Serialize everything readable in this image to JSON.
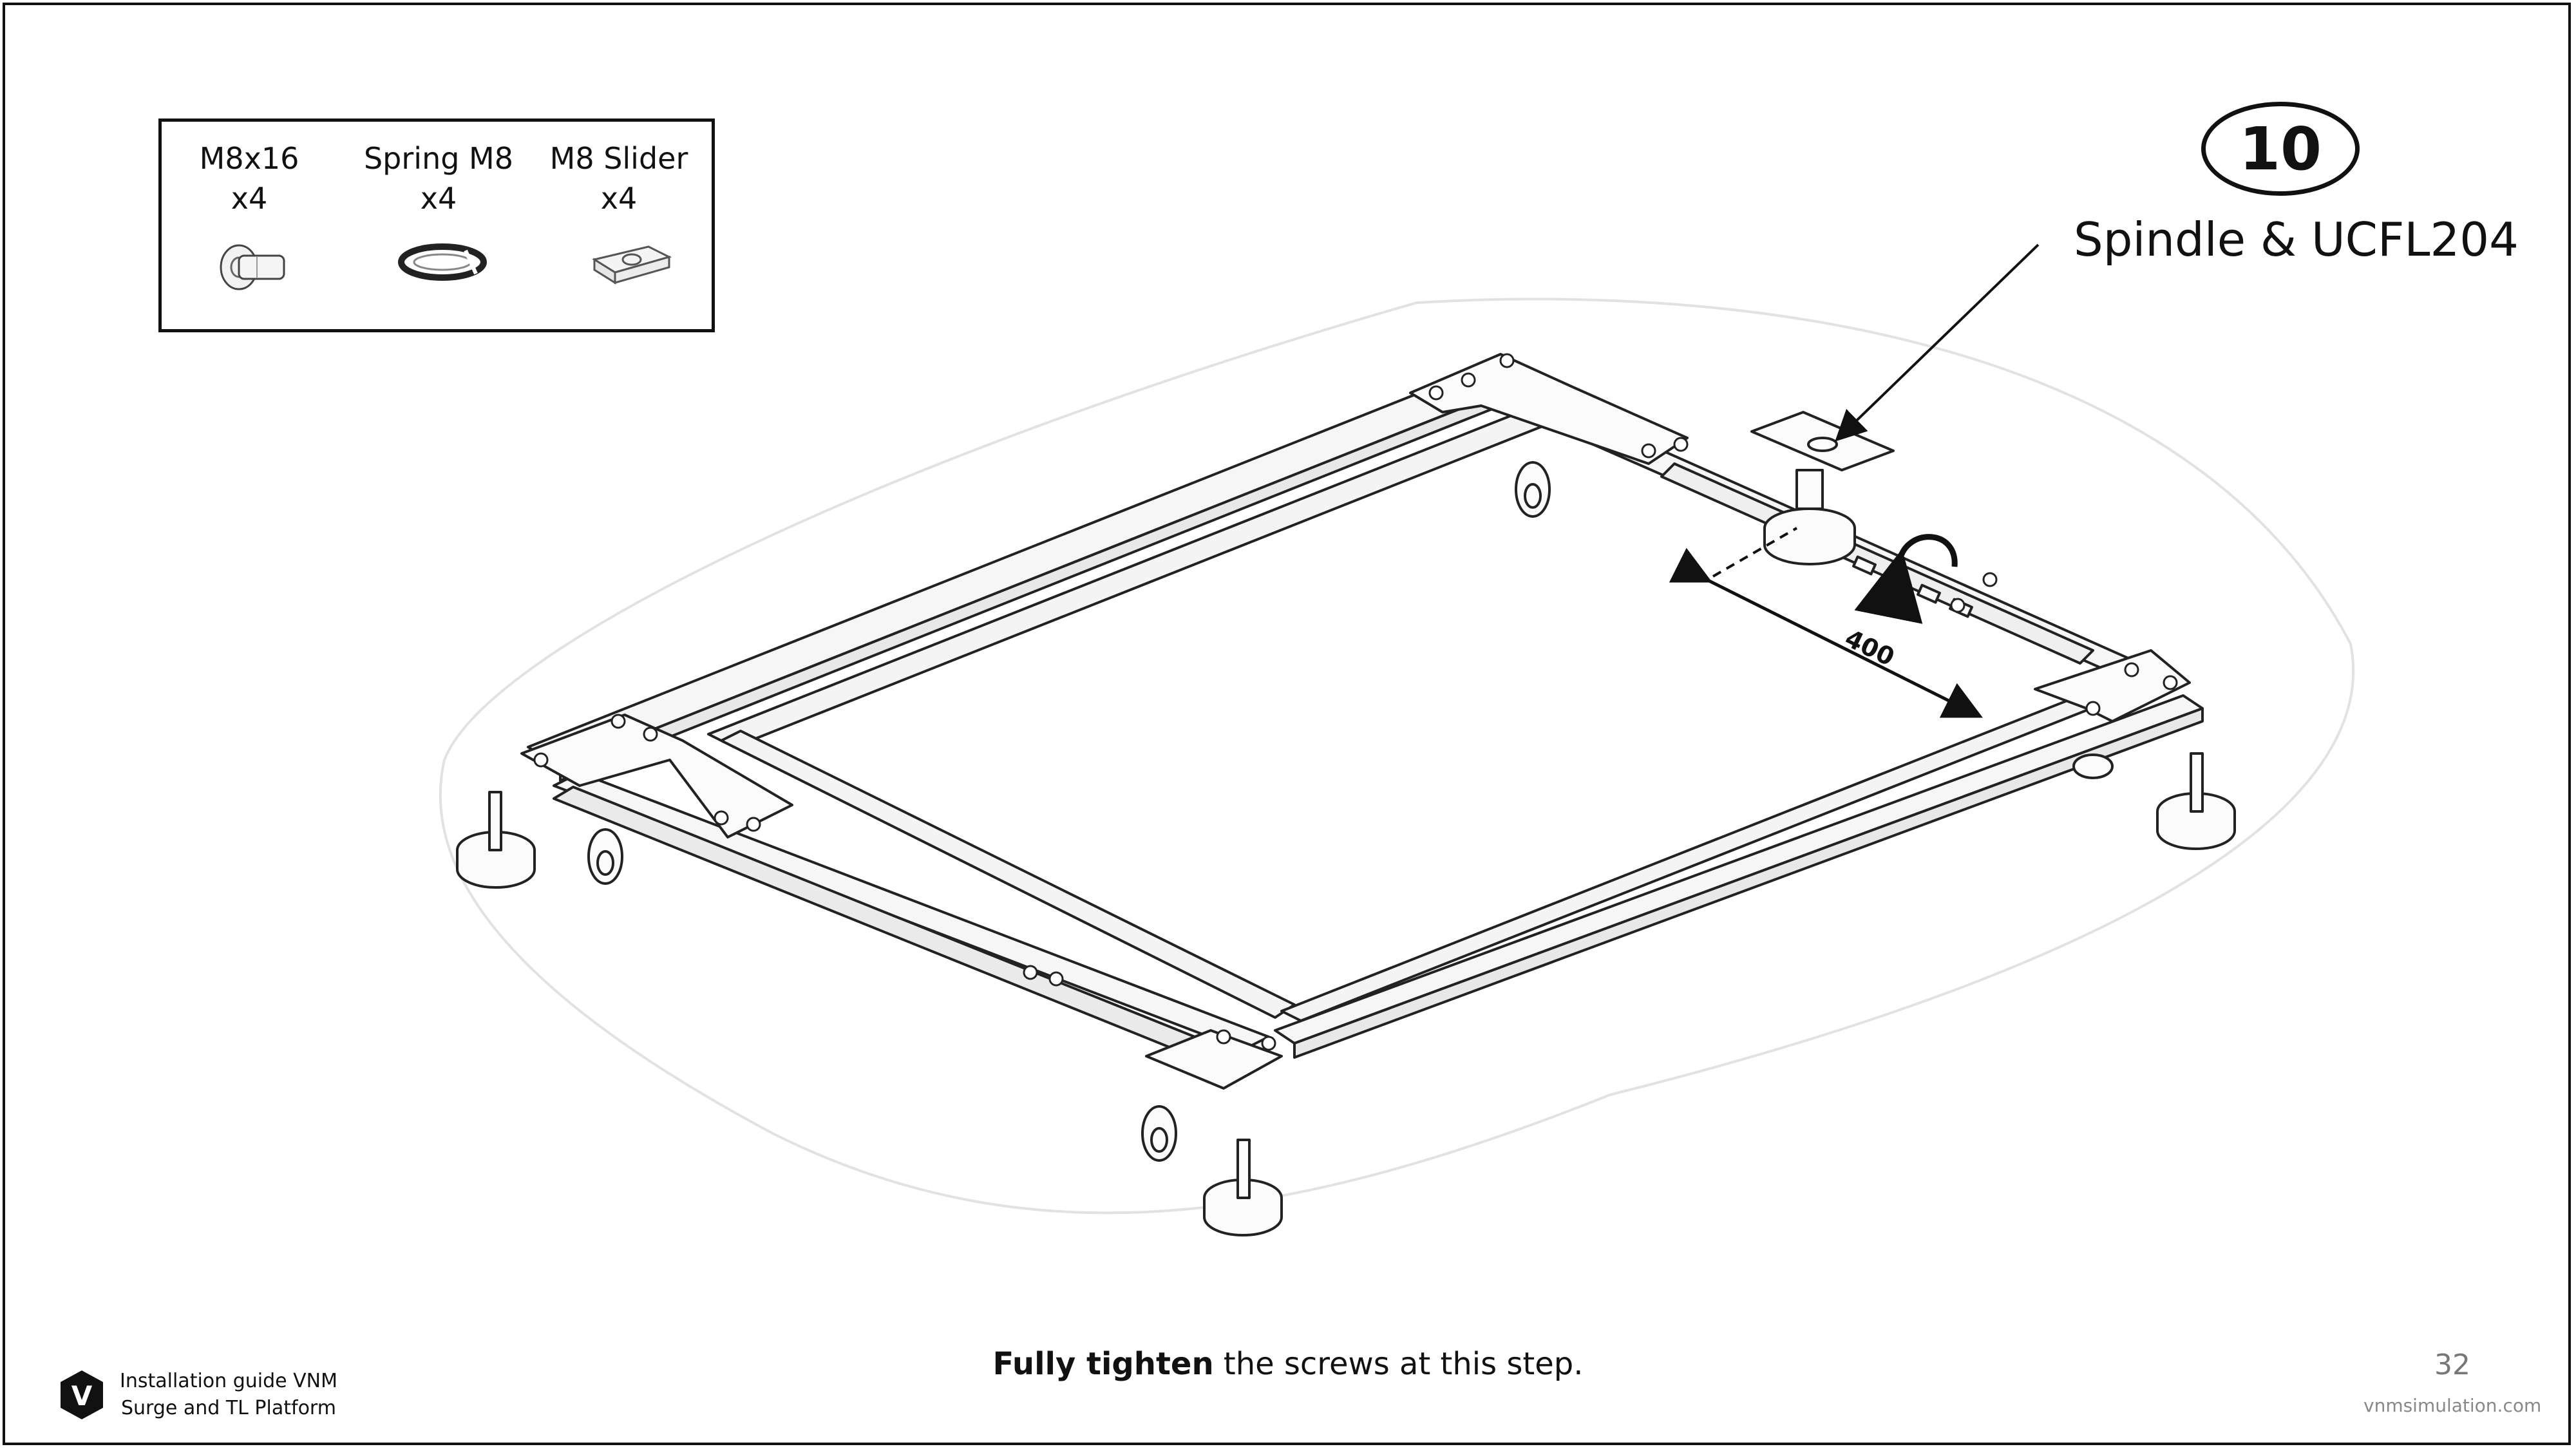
{
  "parts": [
    {
      "name": "M8x16",
      "qty": "x4",
      "icon": "bolt-icon"
    },
    {
      "name": "Spring M8",
      "qty": "x4",
      "icon": "spring-washer-icon"
    },
    {
      "name": "M8 Slider",
      "qty": "x4",
      "icon": "slider-nut-icon"
    }
  ],
  "step": {
    "number": "10",
    "part_label": "Spindle & UCFL204"
  },
  "drawing": {
    "dimension": "400"
  },
  "instruction": {
    "bold": "Fully tighten",
    "rest": " the screws at this step."
  },
  "footer": {
    "guide_line1": "Installation guide VNM",
    "guide_line2": "Surge and TL Platform",
    "logo_letter": "V",
    "page_number": "32",
    "website": "vnmsimulation.com"
  }
}
